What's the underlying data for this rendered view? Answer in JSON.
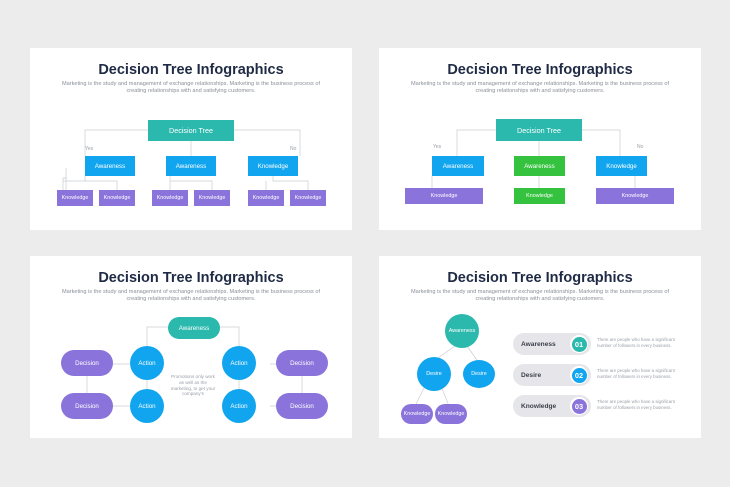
{
  "common": {
    "title": "Decision Tree Infographics",
    "subtitle": "Marketing is the study and management of exchange relationships. Marketing is the business process of creating relationships with and satisfying customers."
  },
  "slide1": {
    "root": "Decision Tree",
    "yes": "Yes",
    "no": "No",
    "level2": [
      "Awareness",
      "Awareness",
      "Knowledge"
    ],
    "level3": [
      "Knowledge",
      "Knowledge",
      "Knowledge",
      "Knowledge",
      "Knowledge",
      "Knowledge"
    ]
  },
  "slide2": {
    "root": "Decision Tree",
    "yes": "Yes",
    "no": "No",
    "level2": [
      "Awareness",
      "Awareness",
      "Knowledge"
    ],
    "level3": [
      "Knowledge",
      "Knowledge",
      "Knowledge"
    ]
  },
  "slide3": {
    "root": "Awareness",
    "actions": [
      "Action",
      "Action",
      "Action",
      "Action"
    ],
    "decisions": [
      "Decision",
      "Decision",
      "Decision",
      "Decision"
    ],
    "center_text": "Promotions only work as well as the marketing, to get your company's"
  },
  "slide4": {
    "tree": {
      "root": "Awareness",
      "mid": [
        "Desire",
        "Desire"
      ],
      "leaves": [
        "Knowledge",
        "Knowledge"
      ]
    },
    "rows": [
      {
        "label": "Awareness",
        "num": "01",
        "color": "#2bb8ad",
        "desc": "There are people who have a significant number of followers in every business."
      },
      {
        "label": "Desire",
        "num": "02",
        "color": "#10a5ee",
        "desc": "There are people who have a significant number of followers in every business."
      },
      {
        "label": "Knowledge",
        "num": "03",
        "color": "#8a74db",
        "desc": "There are people who have a significant number of followers in every business."
      }
    ]
  },
  "colors": {
    "teal": "#2bb8ad",
    "blue": "#10a5ee",
    "purple": "#8a74db",
    "green": "#35c23e",
    "title": "#1f2a44"
  }
}
